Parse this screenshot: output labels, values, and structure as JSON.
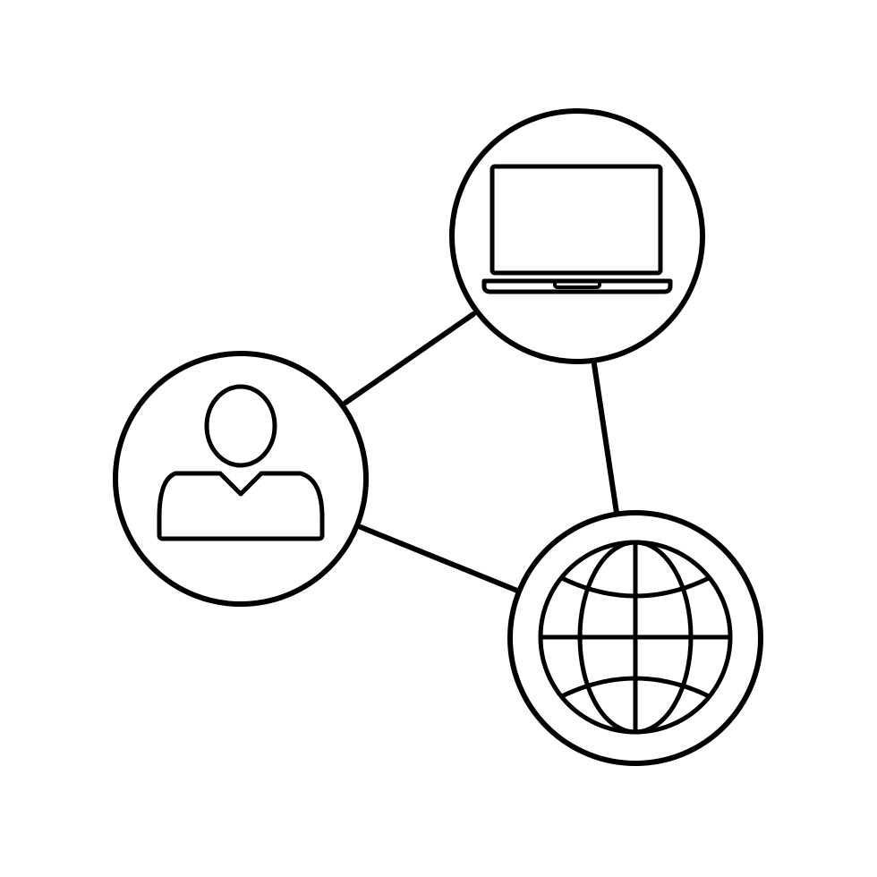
{
  "diagram": {
    "nodes": [
      {
        "id": "user",
        "icon": "user-icon"
      },
      {
        "id": "laptop",
        "icon": "laptop-icon"
      },
      {
        "id": "globe",
        "icon": "globe-icon"
      }
    ],
    "edges": [
      {
        "from": "user",
        "to": "laptop"
      },
      {
        "from": "laptop",
        "to": "globe"
      },
      {
        "from": "user",
        "to": "globe"
      }
    ],
    "colors": {
      "line": "#000000",
      "background": "#ffffff"
    }
  }
}
